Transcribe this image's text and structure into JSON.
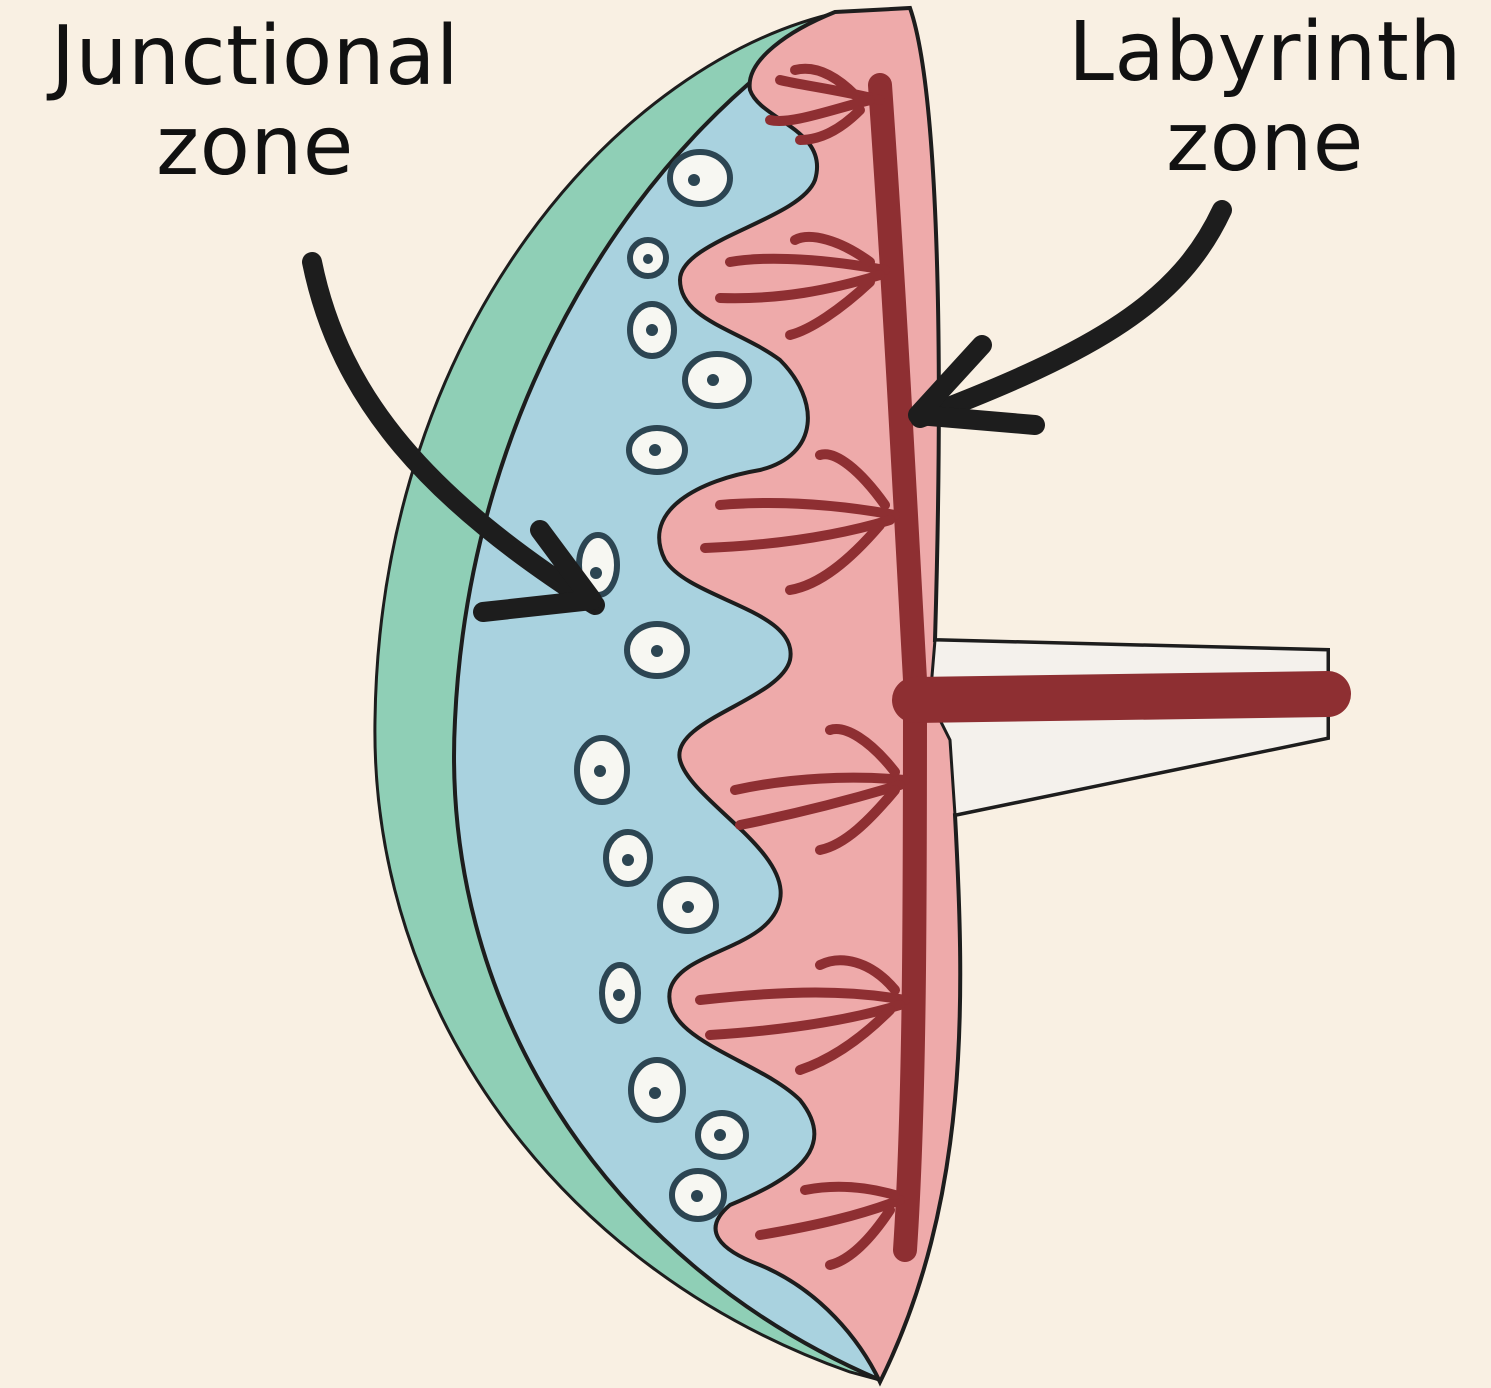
{
  "labels": {
    "junctional": {
      "line1": "Junctional",
      "line2": "zone"
    },
    "labyrinth": {
      "line1": "Labyrinth",
      "line2": "zone"
    }
  },
  "colors": {
    "background": "#f9f0e3",
    "outer_layer": "#8fcfb6",
    "junctional_zone": "#a9d2df",
    "labyrinth_zone": "#eeaaaa",
    "vessel": "#8e2f32",
    "cell": "#f7f7f2",
    "outline": "#1d1d1d"
  }
}
